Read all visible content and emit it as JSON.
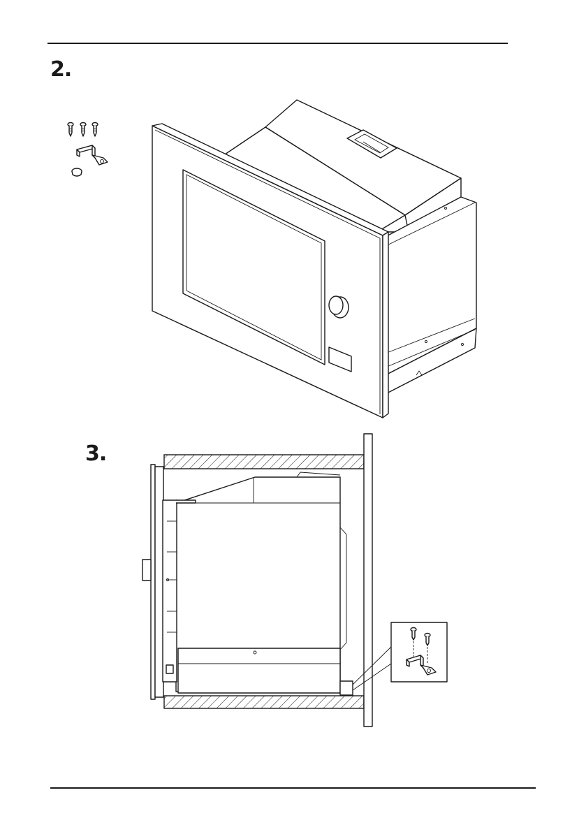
{
  "steps": {
    "step2_label": "2.",
    "step3_label": "3."
  },
  "figures": {
    "step2": {
      "parts": [
        "screw-icon",
        "screw-icon",
        "screw-icon",
        "mounting-bracket-icon",
        "cap-icon"
      ],
      "object": "microwave-3d-view"
    },
    "step3": {
      "object": "microwave-cabinet-side-section",
      "detail": "bracket-screw-detail-icon"
    }
  }
}
